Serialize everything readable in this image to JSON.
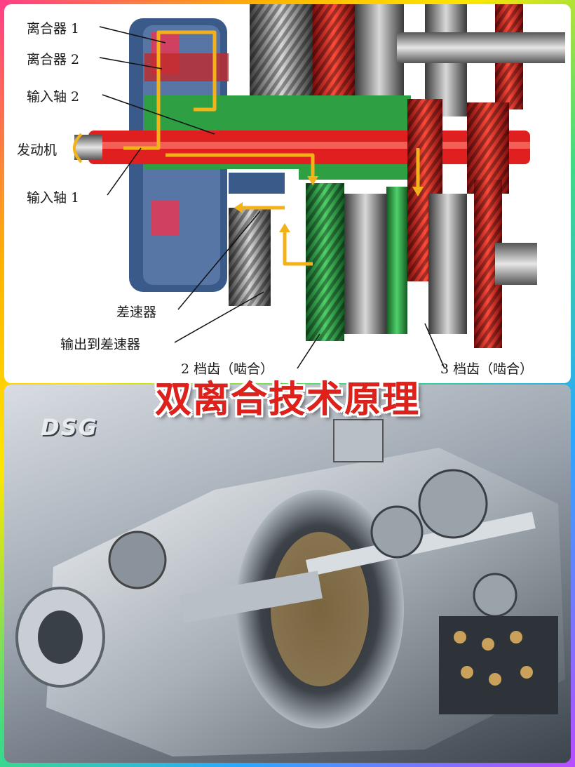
{
  "labels": {
    "clutch1": "离合器 1",
    "clutch2": "离合器 2",
    "input_shaft2": "输入轴 2",
    "engine": "发动机",
    "input_shaft1": "输入轴 1",
    "differential": "差速器",
    "output_to_diff": "输出到差速器",
    "gear2": "2 档齿（啮合）",
    "gear3": "3 档齿（啮合）"
  },
  "title": "双离合技术原理",
  "logo": "DSG",
  "colors": {
    "shaft_red": "#e02020",
    "shaft_green": "#2ea043",
    "housing_blue": "#3a5a8a",
    "flow_yellow": "#f3b21a",
    "title_red": "#e0201a"
  }
}
